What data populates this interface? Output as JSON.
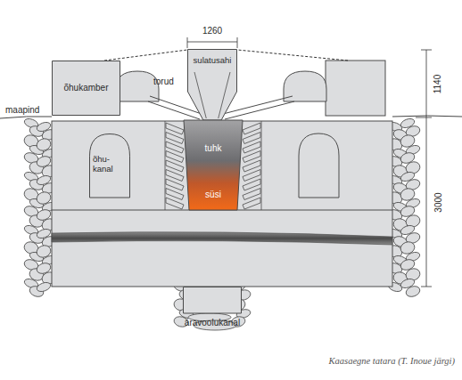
{
  "diagram": {
    "caption": "Kaasaegne tatara (T. Inoue järgi)",
    "nodes": [
      {
        "text": [
          "õhukamber"
        ]
      },
      {
        "text": [
          "sulatusahi"
        ]
      },
      {
        "text": [
          "tuhk",
          "süsi"
        ]
      },
      {
        "text": [
          "õhu- kanal"
        ]
      },
      {
        "text": [
          "äravoolukanal"
        ]
      }
    ],
    "edges": [
      {
        "from": 0,
        "to": 1,
        "arrow": "none"
      }
    ],
    "labels": [
      "1260",
      "1140",
      "3000",
      "torud",
      "maapind"
    ]
  }
}
